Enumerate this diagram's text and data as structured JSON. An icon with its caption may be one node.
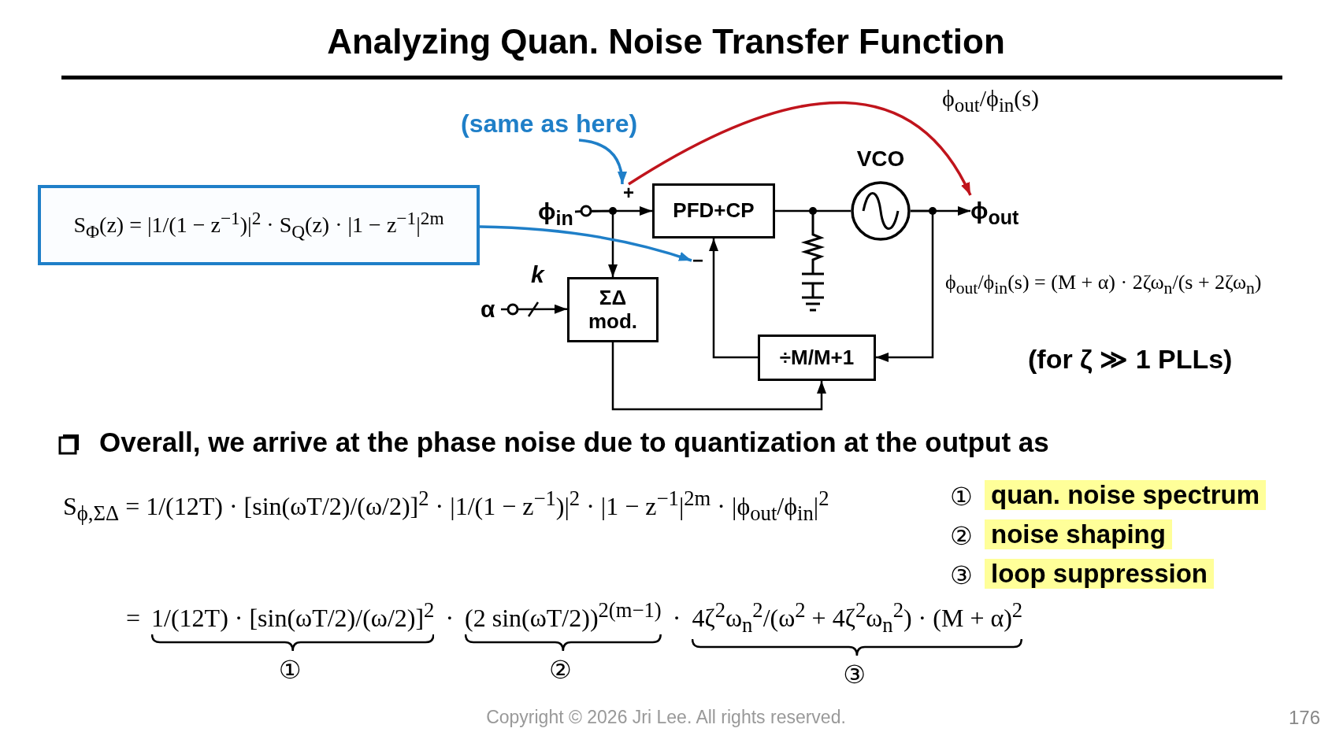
{
  "diagram": {
    "title": "Analyzing Quan. Noise Transfer Function",
    "nodes": [
      {
        "text": [
          "S$_{Φ}$(z) = |1/(1 − z$^{−1}$)|$^{2}$ · S$_{Q}$(z) · |1 − z$^{−1}$|$^{2m}$"
        ]
      },
      {
        "text": [
          "(same as here)"
        ]
      },
      {
        "text": [
          "ϕ$_{in}$"
        ]
      },
      {
        "text": [
          "+"
        ]
      },
      {
        "text": [
          "PFD+CP"
        ]
      },
      {
        "text": [
          "−"
        ]
      },
      {
        "text": [],
        "shape": "circle",
        "beside": [
          "VCO"
        ]
      },
      {
        "text": [
          "ϕ$_{out}$"
        ]
      },
      {
        "text": [
          "ΣΔ mod."
        ]
      },
      {
        "text": [
          "÷M/M+1"
        ]
      },
      {
        "text": [
          "α"
        ]
      }
    ],
    "edges": [
      {
        "from": 2,
        "to": 4,
        "arrow": "to"
      },
      {
        "from": 2,
        "to": 8,
        "arrow": "to"
      },
      {
        "from": 4,
        "to": 6,
        "arrow": "none"
      },
      {
        "from": 6,
        "to": 7,
        "arrow": "to"
      },
      {
        "from": 6,
        "to": 9,
        "arrow": "to"
      },
      {
        "from": 9,
        "to": 4,
        "arrow": "to"
      },
      {
        "from": 8,
        "to": 9,
        "arrow": "to"
      },
      {
        "from": 10,
        "to": 8,
        "arrow": "to",
        "label": "k"
      },
      {
        "from": 1,
        "to": 3,
        "arrow": "to",
        "color": "#1f7fc8"
      },
      {
        "from": 0,
        "to": 5,
        "arrow": "to",
        "color": "#1f7fc8"
      },
      {
        "from": 3,
        "to": 7,
        "arrow": "to",
        "label": "ϕ$_{out}$/ϕ$_{in}$(s)",
        "color": "#c0141c"
      }
    ],
    "labels": [
      "ϕ$_{out}$/ϕ$_{in}$(s) = (M + α) · 2ζω$_{n}$/(s + 2ζω$_{n}$)",
      "(for ζ ≫ 1 PLLs)",
      "Overall, we arrive at the phase noise due to quantization at the output as",
      "S$_{ϕ,ΣΔ}$ = 1/(12T) · [sin(ωT/2)/(ω/2)]$^{2}$ · |1/(1 − z$^{−1}$)|$^{2}$ · |1 − z$^{−1}$|$^{2m}$ · |ϕ$_{out}$/ϕ$_{in}$|$^{2}$",
      "=",
      "1/(12T) · [sin(ωT/2)/(ω/2)]$^{2}$",
      "·",
      "(2 sin(ωT/2))$^{2(m−1)}$",
      "·",
      "4ζ$^{2}$ω$_{n}$$^{2}$/(ω$^{2}$ + 4ζ$^{2}$ω$_{n}$$^{2}$) · (M + α)$^{2}$",
      "①",
      "②",
      "③",
      "①",
      "quan. noise spectrum",
      "②",
      "noise shaping",
      "③",
      "loop suppression",
      "Copyright © 2026 Jri Lee. All rights reserved.",
      "176"
    ]
  }
}
